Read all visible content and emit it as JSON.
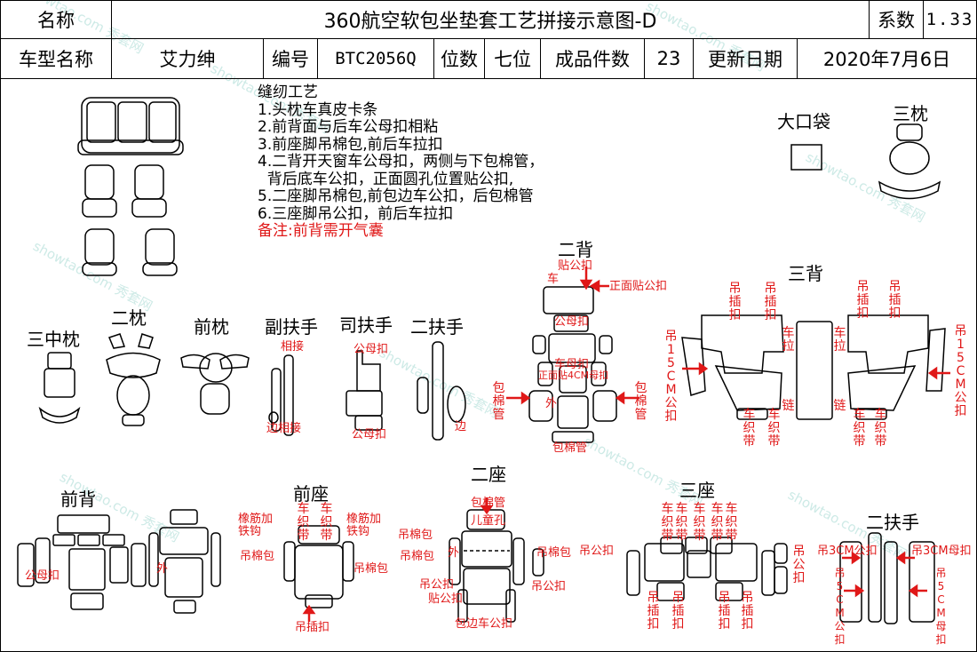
{
  "header": {
    "name_label": "名称",
    "title": "360航空软包坐垫套工艺拼接示意图-D",
    "coef_label": "系数",
    "coef_value": "1.33",
    "model_label": "车型名称",
    "model_value": "艾力绅",
    "code_label": "编号",
    "code_value": "BTC2056Q",
    "seat_label": "位数",
    "seat_value": "七位",
    "pieces_label": "成品件数",
    "pieces_value": "23",
    "date_label": "更新日期",
    "date_value": "2020年7月6日"
  },
  "notes": {
    "heading": "缝纫工艺",
    "items": [
      "1.头枕车真皮卡条",
      "2.前背面与后车公母扣相粘",
      "3.前座脚吊棉包,前后车拉扣",
      "4.二背开天窗车公母扣，两侧与下包棉管，",
      "  背后底车公扣，正面圆孔位置贴公扣,",
      "5.二座脚吊棉包,前包边车公扣，后包棉管",
      "6.三座脚吊公扣，前后车拉扣"
    ],
    "remark": "备注:前背需开气囊"
  },
  "sections": {
    "big_pocket": "大口袋",
    "third_pillow": "三枕",
    "second_back": "二背",
    "third_back": "三背",
    "third_mid_pillow": "三中枕",
    "second_pillow": "二枕",
    "front_pillow": "前枕",
    "co_armrest": "副扶手",
    "driver_armrest": "司扶手",
    "second_armrest": "二扶手",
    "front_back": "前背",
    "front_seat": "前座",
    "second_seat": "二座",
    "third_seat": "三座",
    "second_armrest_b": "二扶手"
  },
  "annotations": {
    "tie_pu": "贴公扣",
    "front_tie_pu": "正面贴公扣",
    "che": "车",
    "gong_mu_kou": "公母扣",
    "che_mu_kou": "车母扣",
    "front_4cm": "正面贴4CM母扣",
    "bao_mian_guan": "包棉管",
    "bian": "边",
    "xiang_jie": "相接",
    "bian_xiang_jie": "边相接",
    "gong_mu_kou_b": "公母扣",
    "bian_b": "边",
    "diao_cha": "吊插",
    "diao_cha_kou": "吊插扣",
    "che_la": "车拉",
    "lian": "链",
    "diao_15cm": "吊15CM公扣",
    "che_zhi_dai": "车织带",
    "gong_mu_kou_c": "公母扣",
    "xiang_jin": "橡筋加铁钩",
    "diao_mian_bao": "吊棉包",
    "wai": "外",
    "diao_cha_kou_b": "吊插扣",
    "bao_mian_guan_b": "包棉管",
    "er_tong_kong": "儿童孔",
    "diao_gong_kou": "吊公扣",
    "tie_gong_kou": "贴公扣",
    "bao_bian_gong_kou": "包边车公扣",
    "diao_gong_kou_b": "吊公扣",
    "diao_3cm_gong": "吊3CM公扣",
    "diao_3cm_mu": "吊3CM母扣",
    "diao_5cm_gong": "吊5CM公扣",
    "diao_5cm_mu": "吊5CM母扣"
  },
  "watermark": "showtao.com 秀套网",
  "colors": {
    "annotation": "#e01818",
    "line": "#000000",
    "watermark": "#bde3de"
  }
}
